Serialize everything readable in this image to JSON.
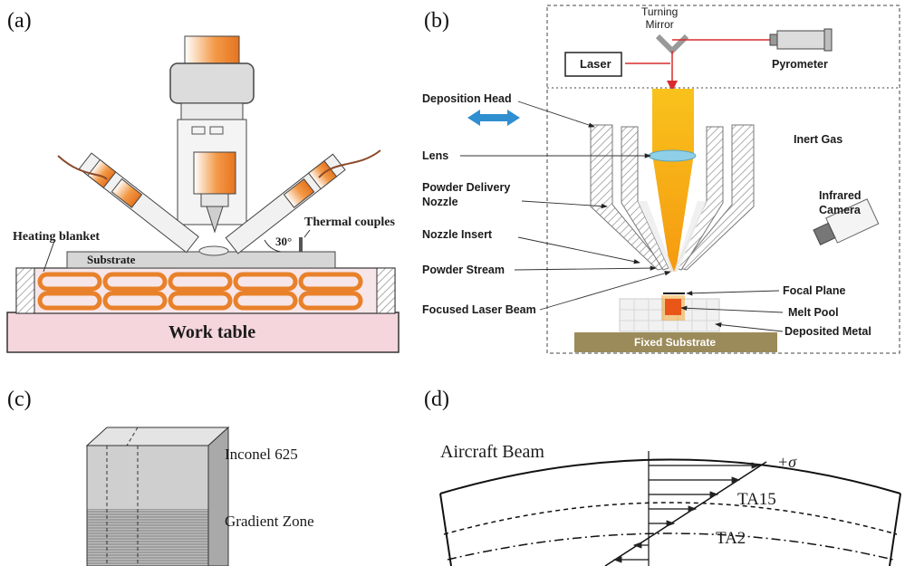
{
  "panel_a": {
    "letter": "(a)",
    "heating_blanket": "Heating blanket",
    "substrate": "Substrate",
    "thermal_couples": "Thermal couples",
    "angle": "30°",
    "work_table": "Work table"
  },
  "panel_b": {
    "letter": "(b)",
    "turning_mirror": "Turning\nMirror",
    "laser": "Laser",
    "pyrometer": "Pyrometer",
    "deposition_head": "Deposition Head",
    "lens": "Lens",
    "powder_delivery_nozzle": "Powder Delivery\nNozzle",
    "nozzle_insert": "Nozzle Insert",
    "powder_stream": "Powder Stream",
    "focused_laser_beam": "Focused Laser Beam",
    "inert_gas": "Inert Gas",
    "infrared_camera": "Infrared\nCamera",
    "focal_plane": "Focal Plane",
    "melt_pool": "Melt Pool",
    "deposited_metal": "Deposited Metal",
    "fixed_substrate": "Fixed Substrate"
  },
  "panel_c": {
    "letter": "(c)",
    "inconel": "Inconel 625",
    "gradient_zone": "Gradient Zone"
  },
  "panel_d": {
    "letter": "(d)",
    "aircraft_beam": "Aircraft Beam",
    "sigma": "+σ",
    "ta15": "TA15",
    "ta2": "TA2"
  },
  "colors": {
    "orange": "#f08a2c",
    "laser_yellow": "#f7b21c",
    "laser_red": "#d92b2b",
    "lens_blue": "#8fd0e6",
    "arrow_blue": "#2f8fd0",
    "substrate_olive": "#9c8b5a",
    "work_table_pink": "#f4d6dc"
  }
}
